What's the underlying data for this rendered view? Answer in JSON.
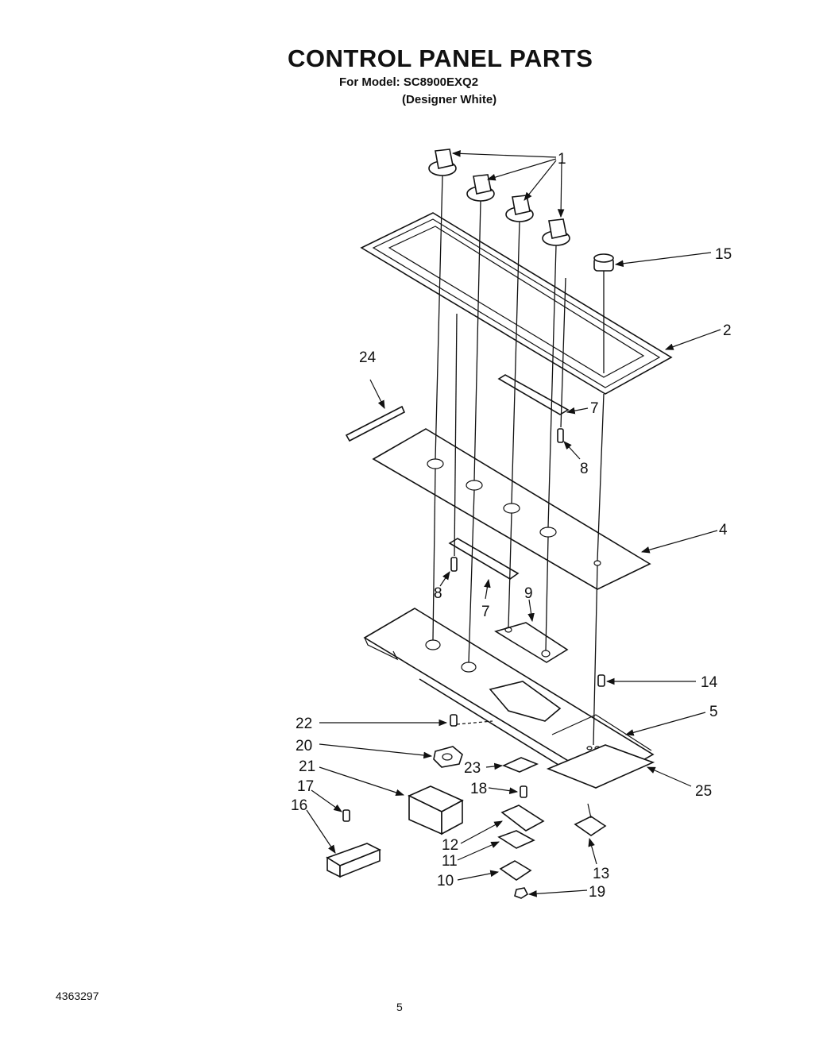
{
  "header": {
    "title": "CONTROL PANEL PARTS",
    "model_line": "For Model: SC8900EXQ2",
    "color_line": "(Designer White)"
  },
  "footer": {
    "doc_number": "4363297",
    "page_number": "5"
  },
  "callouts": [
    "1",
    "15",
    "2",
    "24",
    "7",
    "8",
    "4",
    "8",
    "7",
    "9",
    "14",
    "5",
    "22",
    "20",
    "23",
    "25",
    "21",
    "18",
    "17",
    "16",
    "12",
    "11",
    "13",
    "10",
    "19"
  ]
}
